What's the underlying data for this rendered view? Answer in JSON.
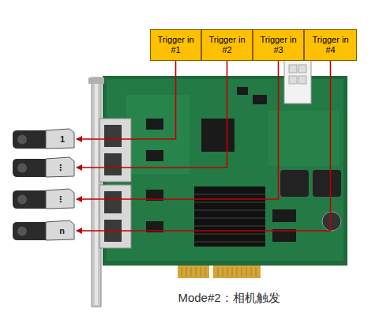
{
  "diagram": {
    "caption": "Mode#2：相机触发",
    "nodes": [
      {
        "text": [
          "Trigger in #1"
        ]
      },
      {
        "text": [
          "Trigger in #2"
        ]
      },
      {
        "text": [
          "Trigger in #3"
        ]
      },
      {
        "text": [
          "Trigger in #4"
        ]
      },
      {
        "text": [
          "1"
        ]
      },
      {
        "text": [
          "⋮"
        ]
      },
      {
        "text": [
          "⋮"
        ]
      },
      {
        "text": [
          "n"
        ]
      }
    ],
    "edges": [
      {
        "from": 0,
        "to": 4,
        "arrow": "to"
      },
      {
        "from": 1,
        "to": 5,
        "arrow": "to"
      },
      {
        "from": 2,
        "to": 6,
        "arrow": "to"
      },
      {
        "from": 3,
        "to": 7,
        "arrow": "to"
      }
    ]
  }
}
